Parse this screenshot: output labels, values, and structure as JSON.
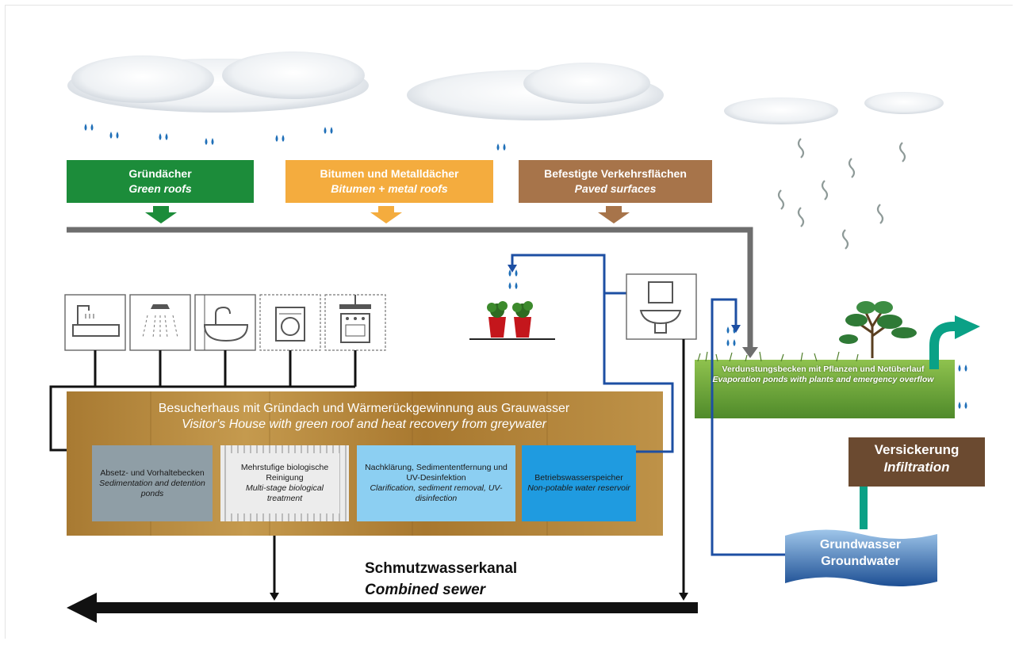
{
  "colors": {
    "green_roof": "#1c8c3a",
    "bitumen_roof": "#f4ac3e",
    "paved": "#a7744a",
    "pipe_grey": "#6e6e6e",
    "pipe_blue": "#1d4fa3",
    "stage_grey": "#8f9ea6",
    "stage_light": "#e8e8e8",
    "stage_sky": "#8ccff2",
    "stage_blue": "#1f9be0",
    "visitor_house": "#b08438",
    "pond_green": "#6fa33d",
    "infiltration": "#6b4a30",
    "groundwater": "#2a63a8",
    "sewer": "#111111"
  },
  "roofs": [
    {
      "de": "Gründächer",
      "en": "Green roofs"
    },
    {
      "de": "Bitumen und Metalldächer",
      "en": "Bitumen + metal roofs"
    },
    {
      "de": "Befestigte Verkehrsflächen",
      "en": "Paved surfaces"
    }
  ],
  "icons": [
    "bathtub-icon",
    "shower-icon",
    "sink-icon",
    "washing-machine-icon",
    "stove-icon",
    "toilet-icon",
    "plant-pots-icon",
    "cloud-icon",
    "rain-drop-icon",
    "evaporation-icon",
    "bush-icon"
  ],
  "visitor_house": {
    "de": "Besucherhaus mit Gründach und Wärmerückgewinnung aus Grauwasser",
    "en": "Visitor's House with green roof and heat recovery from greywater"
  },
  "stages": [
    {
      "de": "Absetz- und Vorhaltebecken",
      "en": "Sedimentation and detention ponds"
    },
    {
      "de": "Mehrstufige biologische Reinigung",
      "en": "Multi-stage biological treatment"
    },
    {
      "de": "Nachklärung, Sedimententfernung und UV-Desinfektion",
      "en": "Clarification, sediment removal, UV-disinfection"
    },
    {
      "de": "Betriebswasserspeicher",
      "en": "Non-potable water reservoir"
    }
  ],
  "pond": {
    "de": "Verdunstungsbecken mit Pflanzen und Notüberlauf",
    "en": "Evaporation ponds with plants and emergency overflow"
  },
  "infiltration": {
    "de": "Versickerung",
    "en": "Infiltration"
  },
  "groundwater": {
    "de": "Grundwasser",
    "en": "Groundwater"
  },
  "sewer": {
    "de": "Schmutzwasserkanal",
    "en": "Combined sewer"
  }
}
